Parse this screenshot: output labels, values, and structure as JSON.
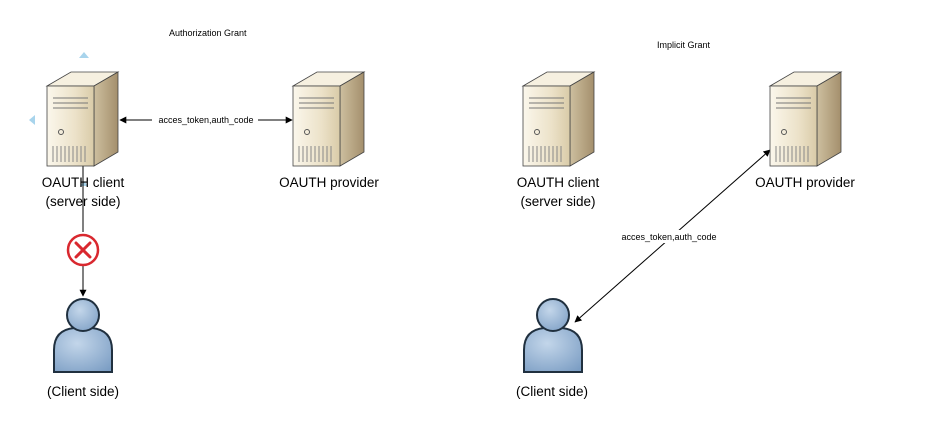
{
  "diagrams": [
    {
      "title": "Authorization Grant",
      "nodes": {
        "client_server": {
          "label_line1": "OAUTH client",
          "label_line2": "(server side)",
          "icon": "server-icon"
        },
        "provider": {
          "label_line1": "OAUTH provider",
          "icon": "server-icon"
        },
        "client_side": {
          "label_line1": "(Client side)",
          "icon": "user-icon"
        }
      },
      "edges": [
        {
          "from": "client_server",
          "to": "provider",
          "label": "acces_token,auth_code",
          "direction": "both"
        },
        {
          "from": "client_server",
          "to": "client_side",
          "label": "",
          "direction": "to",
          "blocked": true,
          "blocked_icon": "error-x-icon"
        }
      ]
    },
    {
      "title": "Implicit Grant",
      "nodes": {
        "client_server": {
          "label_line1": "OAUTH client",
          "label_line2": "(server side)",
          "icon": "server-icon"
        },
        "provider": {
          "label_line1": "OAUTH provider",
          "icon": "server-icon"
        },
        "client_side": {
          "label_line1": "(Client side)",
          "icon": "user-icon"
        }
      },
      "edges": [
        {
          "from": "provider",
          "to": "client_side",
          "label": "acces_token,auth_code",
          "direction": "both"
        }
      ]
    }
  ],
  "colors": {
    "server_light": "#f2ecdc",
    "server_mid": "#d8ccb0",
    "server_dark": "#a89676",
    "server_outline": "#333333",
    "user_fill": "#9cb8d6",
    "user_outline": "#20303f",
    "blocked": "#d9282f",
    "selection_handle": "#a8d4ec",
    "line": "#000000"
  }
}
